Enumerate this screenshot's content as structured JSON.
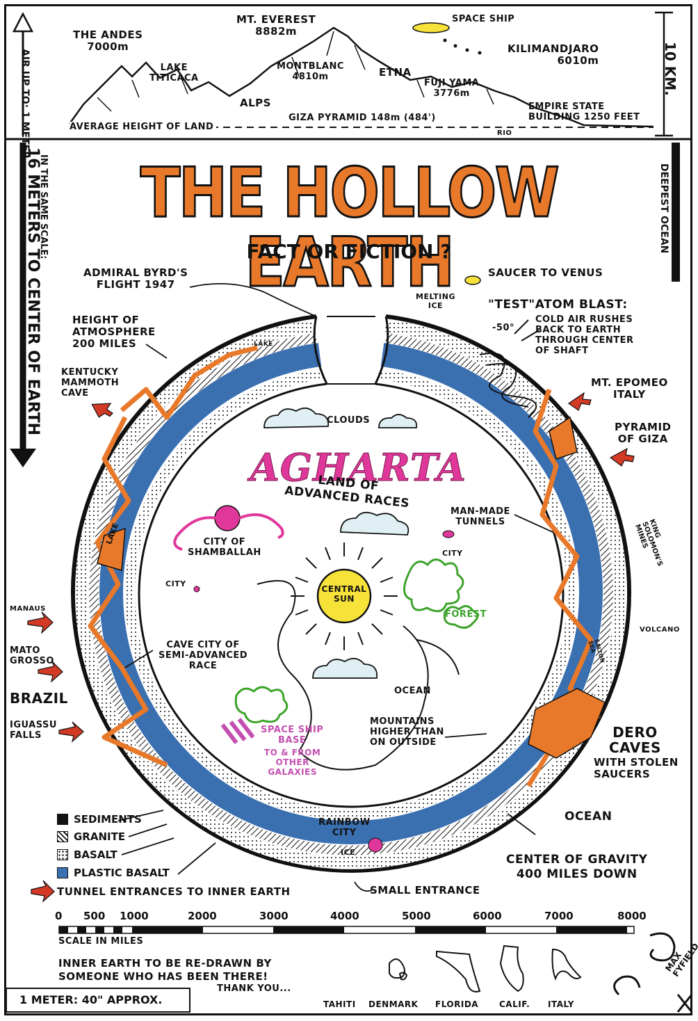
{
  "top_panel": {
    "air_label": "AIR UP TO: 1 METER",
    "scale_10km": "10 KM.",
    "peaks": {
      "andes": "THE ANDES\n7000m",
      "everest": "MT. EVEREST\n8882m",
      "spaceship": "SPACE SHIP",
      "kilimanjaro": "KILIMANDJARO\n6010m",
      "titicaca": "LAKE\nTITICACA",
      "montblanc": "MONTBLANC\n4810m",
      "etna": "ETNA",
      "fujiyama": "FUJI YAMA\n3776m",
      "alps": "ALPS",
      "empire": "EMPIRE STATE\nBUILDING 1250 FEET",
      "giza": "GIZA PYRAMID 148m (484')",
      "avg_land": "AVERAGE HEIGHT OF LAND",
      "rio": "RIO"
    }
  },
  "title": "THE HOLLOW EARTH",
  "subtitle": "FACT OR FICTION ?",
  "left_scale": {
    "small": "IN THE SAME SCALE:",
    "big": "16 METERS TO CENTER OF EARTH"
  },
  "right_side": "DEEPEST OCEAN",
  "labels": {
    "byrd": "ADMIRAL BYRD'S\nFLIGHT 1947",
    "saucer": "SAUCER TO VENUS",
    "melting": "MELTING\nICE",
    "test": "\"TEST\"ATOM BLAST:",
    "cold_air": "COLD AIR RUSHES\nBACK TO EARTH\nTHROUGH CENTER\nOF SHAFT",
    "fifty": "-50°",
    "atmosphere": "HEIGHT OF\nATMOSPHERE\n200 MILES",
    "lake_top": "LAKE",
    "kentucky": "KENTUCKY\nMAMMOTH\nCAVE",
    "epomeo": "MT. EPOMEO\nITALY",
    "pyramid": "PYRAMID\nOF GIZA",
    "clouds": "CLOUDS",
    "agharta": "AGHARTA",
    "land_of": "LAND OF\nADVANCED RACES",
    "man_made": "MAN-MADE\nTUNNELS",
    "king_solomon": "KING\nSOLOMON'S\nMINES",
    "shamballah": "CITY OF\nSHAMBALLAH",
    "city1": "CITY",
    "city2": "CITY",
    "central_sun": "CENTRAL\nSUN",
    "forest": "FOREST",
    "manaus": "MANAUS",
    "lake_left": "LAKE",
    "volcano": "VOLCANO",
    "salt_lake": "SALTON\nSEA",
    "mato": "MATO\nGROSSO",
    "cave_city": "CAVE CITY OF\nSEMI-ADVANCED\nRACE",
    "ocean_inner": "OCEAN",
    "brazil": "BRAZIL",
    "iguassu": "IGUASSU\nFALLS",
    "spaceship_base": "SPACE SHIP\nBASE",
    "to_from": "TO & FROM\nOTHER\nGALAXIES",
    "mountains": "MOUNTAINS\nHIGHER THAN\nON OUTSIDE",
    "dero": "DERO\nCAVES",
    "stolen": "WITH STOLEN\nSAUCERS",
    "ocean_outer": "OCEAN",
    "rainbow": "RAINBOW\nCITY",
    "ice": "ICE",
    "gravity": "CENTER OF GRAVITY\n400 MILES DOWN",
    "small_entrance": "SMALL ENTRANCE"
  },
  "legend": [
    {
      "label": "SEDIMENTS",
      "color": "#111111"
    },
    {
      "label": "GRANITE",
      "color": "hatch"
    },
    {
      "label": "BASALT",
      "color": "dots"
    },
    {
      "label": "PLASTIC BASALT",
      "color": "#3a6fb0"
    }
  ],
  "tunnel_legend": "TUNNEL ENTRANCES TO INNER EARTH",
  "scale_bar": {
    "ticks": [
      "0",
      "500",
      "1000",
      "2000",
      "3000",
      "4000",
      "5000",
      "6000",
      "7000",
      "8000"
    ],
    "label": "SCALE IN MILES"
  },
  "footer": {
    "note": "INNER EARTH TO BE RE-DRAWN BY\nSOMEONE WHO HAS BEEN THERE!",
    "thanks": "THANK YOU...",
    "meter": "1 METER: 40\" APPROX.",
    "places": [
      "TAHITI",
      "DENMARK",
      "FLORIDA",
      "CALIF.",
      "ITALY"
    ],
    "signature": "MAX\nFYFIELD"
  },
  "colors": {
    "orange": "#e8792a",
    "blue": "#3a6fb0",
    "pink": "#e0379a",
    "green": "#3da32b",
    "yellow": "#f7e23a",
    "red_arrow": "#d23a26"
  }
}
